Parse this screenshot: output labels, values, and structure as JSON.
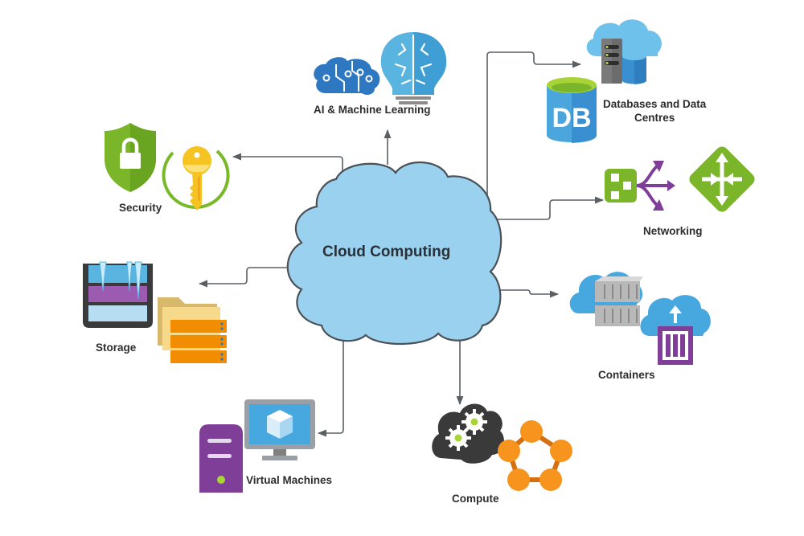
{
  "center": {
    "label": "Cloud Computing",
    "fill": "#99d1ef",
    "stroke": "#4a5157"
  },
  "connector_color": "#5a5f63",
  "nodes": {
    "ai": {
      "label": "AI & Machine Learning",
      "icons": [
        "brain-circuit-icon",
        "lightbulb-brain-icon"
      ]
    },
    "databases": {
      "label_line1": "Databases and Data",
      "label_line2": "Centres",
      "icons": [
        "cloud-server-database-icon",
        "db-cylinder-icon"
      ],
      "db_text": "DB"
    },
    "networking": {
      "label": "Networking",
      "icons": [
        "network-switch-icon",
        "router-diamond-icon"
      ]
    },
    "containers": {
      "label": "Containers",
      "icons": [
        "cloud-container-stack-icon",
        "cloud-container-upload-icon"
      ]
    },
    "compute": {
      "label": "Compute",
      "icons": [
        "cloud-gears-icon",
        "pentagon-nodes-icon"
      ]
    },
    "virtual_machines": {
      "label": "Virtual Machines",
      "icons": [
        "server-tower-icon",
        "monitor-cube-icon"
      ]
    },
    "storage": {
      "label": "Storage",
      "icons": [
        "storage-frozen-icon",
        "folder-servers-icon"
      ]
    },
    "security": {
      "label": "Security",
      "icons": [
        "shield-lock-icon",
        "key-icon"
      ]
    }
  },
  "colors": {
    "blue": "#3a8fd0",
    "light_blue": "#5ab4e0",
    "green": "#78b928",
    "purple": "#7f3f98",
    "orange": "#f28c00",
    "yellow": "#f5c423",
    "dark": "#3a3a3a",
    "gray": "#9a9a9a"
  }
}
